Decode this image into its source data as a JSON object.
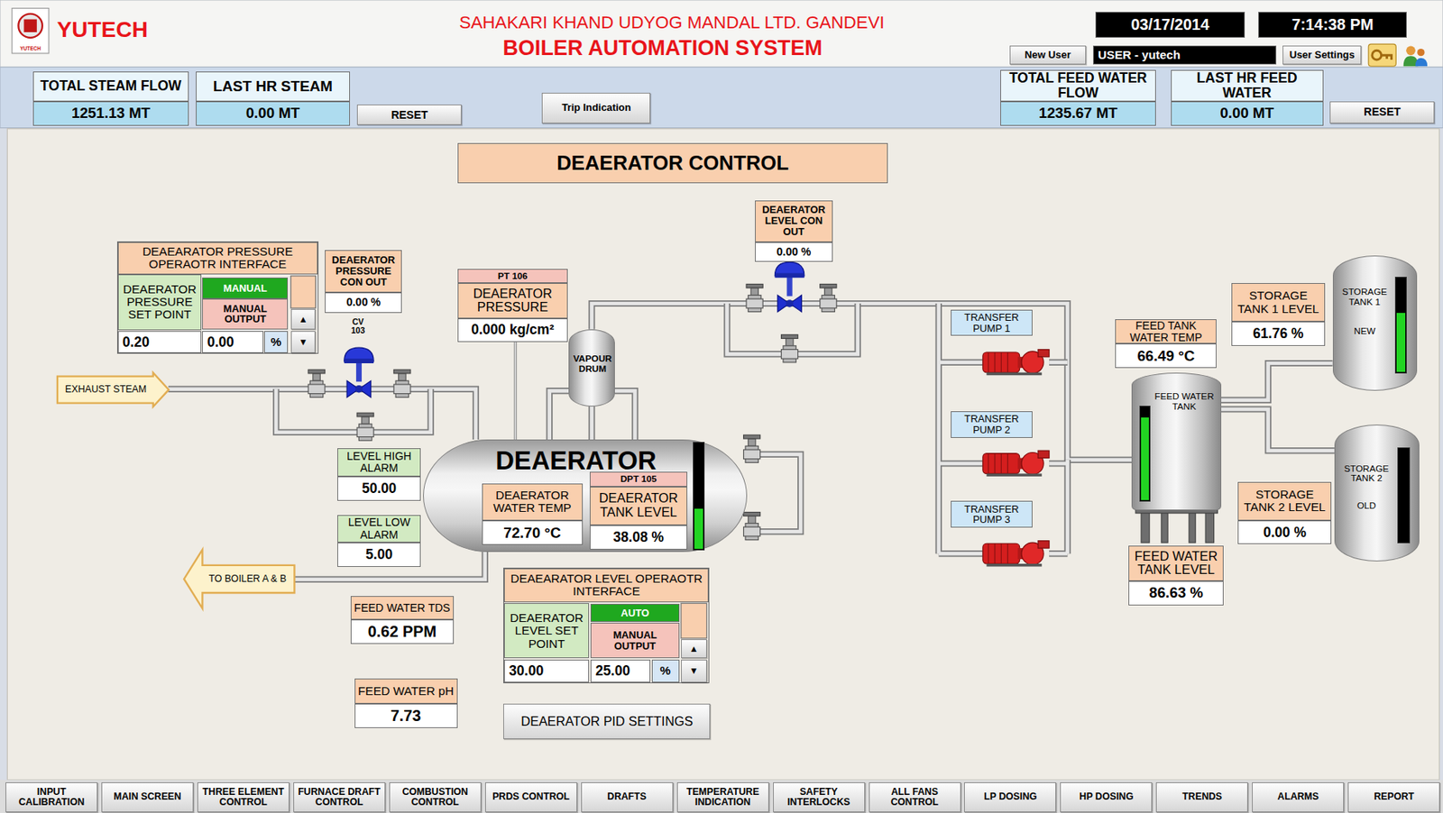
{
  "diagram": {
    "title": "BOILER AUTOMATION SYSTEM",
    "nodes": [
      {
        "text": [
          "03/17/2014"
        ]
      },
      {
        "text": [
          "7:14:38 PM"
        ]
      },
      {
        "text": [
          "New User"
        ]
      },
      {
        "text": [
          "USER - yutech"
        ]
      },
      {
        "text": [
          "User Settings"
        ]
      },
      {
        "text": [
          "TOTAL STEAM FLOW",
          "1251.13 MT"
        ]
      },
      {
        "text": [
          "LAST HR STEAM",
          "0.00 MT"
        ]
      },
      {
        "text": [
          "RESET"
        ]
      },
      {
        "text": [
          "Trip Indication"
        ]
      },
      {
        "text": [
          "TOTAL FEED WATER FLOW",
          "1235.67 MT"
        ]
      },
      {
        "text": [
          "LAST HR FEED WATER",
          "0.00 MT"
        ]
      },
      {
        "text": [
          "RESET"
        ]
      },
      {
        "text": [
          "DEAERATOR CONTROL"
        ]
      },
      {
        "text": [
          "DEAERATOR LEVEL CON OUT",
          "0.00 %"
        ]
      },
      {
        "text": [
          "DEAEARATOR PRESSURE OPERAOTR INTERFACE"
        ]
      },
      {
        "text": [
          "DEAERATOR PRESSURE SET POINT"
        ],
        "in": 14
      },
      {
        "text": [
          "MANUAL"
        ],
        "in": 14
      },
      {
        "text": [
          "MANUAL OUTPUT"
        ],
        "in": 14
      },
      {
        "text": [
          "▲"
        ],
        "in": 14
      },
      {
        "text": [
          "0.20"
        ],
        "in": 14
      },
      {
        "text": [
          "0.00"
        ],
        "in": 14
      },
      {
        "text": [
          "%"
        ],
        "in": 14
      },
      {
        "text": [
          "▼"
        ],
        "in": 14
      },
      {
        "text": [
          "DEAERATOR PRESSURE CON OUT",
          "0.00 %"
        ]
      },
      {
        "text": [
          "PT 106",
          "DEAERATOR PRESSURE",
          "0.000 kg/cm²"
        ]
      },
      {
        "text": [
          "VAPOUR DRUM"
        ]
      },
      {
        "text": [
          "TRANSFER PUMP 1"
        ]
      },
      {
        "text": [
          "EXHAUST STEAM"
        ]
      },
      {
        "text": [
          "FEED TANK WATER TEMP",
          "66.49 °C"
        ]
      },
      {
        "text": [
          "STORAGE TANK 1 LEVEL",
          "61.76 %"
        ]
      },
      {
        "text": [
          "STORAGE TANK 1",
          "NEW"
        ]
      },
      {
        "text": [
          "FEED WATER TANK"
        ]
      },
      {
        "text": [
          "TRANSFER PUMP 2"
        ]
      },
      {
        "text": [
          "LEVEL HIGH ALARM",
          "50.00"
        ]
      },
      {
        "text": [
          "DEAERATOR"
        ]
      },
      {
        "text": [
          "DEAERATOR WATER TEMP",
          "72.70 °C"
        ],
        "in": 34
      },
      {
        "text": [
          "DPT 105",
          "DEAERATOR TANK LEVEL",
          "38.08 %"
        ],
        "in": 34
      },
      {
        "text": [
          "STORAGE TANK 2",
          "OLD"
        ]
      },
      {
        "text": [
          "STORAGE TANK 2 LEVEL",
          "0.00 %"
        ]
      },
      {
        "text": [
          "TRANSFER PUMP 3"
        ]
      },
      {
        "text": [
          "LEVEL LOW ALARM",
          "5.00"
        ]
      },
      {
        "text": [
          "TO BOILER A & B"
        ]
      },
      {
        "text": [
          "FEED WATER TANK LEVEL",
          "86.63 %"
        ]
      },
      {
        "text": [
          "DEAEARATOR LEVEL OPERAOTR INTERFACE"
        ]
      },
      {
        "text": [
          "DEAERATOR LEVEL SET POINT"
        ],
        "in": 43
      },
      {
        "text": [
          "AUTO"
        ],
        "in": 43
      },
      {
        "text": [
          "MANUAL OUTPUT"
        ],
        "in": 43
      },
      {
        "text": [
          "▲"
        ],
        "in": 43
      },
      {
        "text": [
          "30.00"
        ],
        "in": 43
      },
      {
        "text": [
          "25.00"
        ],
        "in": 43
      },
      {
        "text": [
          "%"
        ],
        "in": 43
      },
      {
        "text": [
          "▼"
        ],
        "in": 43
      },
      {
        "text": [
          "FEED WATER TDS",
          "0.62 PPM"
        ]
      },
      {
        "text": [
          "FEED WATER pH",
          "7.73"
        ]
      },
      {
        "text": [
          "DEAERATOR PID SETTINGS"
        ]
      },
      {
        "text": [
          "INPUT CALIBRATION"
        ]
      },
      {
        "text": [
          "MAIN SCREEN"
        ]
      },
      {
        "text": [
          "THREE ELEMENT CONTROL"
        ]
      },
      {
        "text": [
          "FURNACE DRAFT CONTROL"
        ]
      },
      {
        "text": [
          "COMBUSTION CONTROL"
        ]
      },
      {
        "text": [
          "PRDS CONTROL"
        ]
      },
      {
        "text": [
          "DRAFTS"
        ]
      },
      {
        "text": [
          "TEMPERATURE INDICATION"
        ]
      },
      {
        "text": [
          "SAFETY INTERLOCKS"
        ]
      },
      {
        "text": [
          "ALL FANS CONTROL"
        ]
      },
      {
        "text": [
          "LP DOSING"
        ]
      },
      {
        "text": [
          "HP DOSING"
        ]
      },
      {
        "text": [
          "TRENDS"
        ]
      },
      {
        "text": [
          "ALARMS"
        ]
      },
      {
        "text": [
          "REPORT"
        ]
      }
    ],
    "edges": [
      {
        "from": 27,
        "to": 34,
        "arrow": "none"
      },
      {
        "from": 34,
        "to": 41,
        "arrow": "none"
      },
      {
        "from": 25,
        "to": 34,
        "arrow": "none"
      },
      {
        "from": 24,
        "to": 34,
        "arrow": "none"
      },
      {
        "from": 30,
        "to": 31,
        "arrow": "none"
      },
      {
        "from": 37,
        "to": 31,
        "arrow": "none"
      },
      {
        "from": 31,
        "to": 25,
        "arrow": "none"
      }
    ],
    "labels": [
      "YUTECH",
      "SAHAKARI KHAND UDYOG MANDAL LTD. GANDEVI",
      "CV 103",
      "YUTECH"
    ]
  }
}
